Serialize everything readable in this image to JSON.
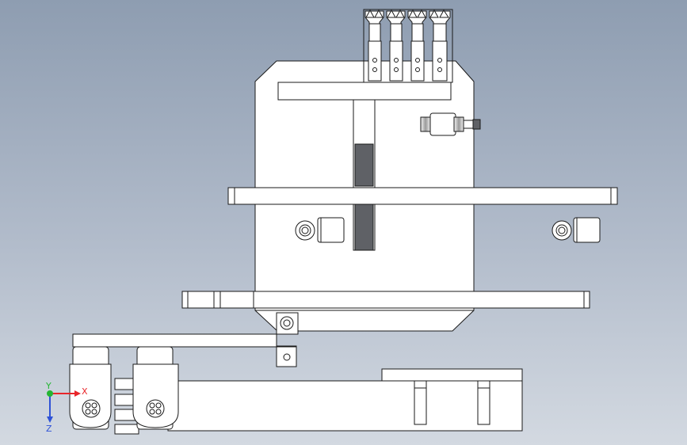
{
  "triad": {
    "x_label": "X",
    "y_label": "Y",
    "z_label": "Z",
    "x_color": "#e8262a",
    "y_color": "#24b533",
    "z_color": "#2f52d6"
  }
}
